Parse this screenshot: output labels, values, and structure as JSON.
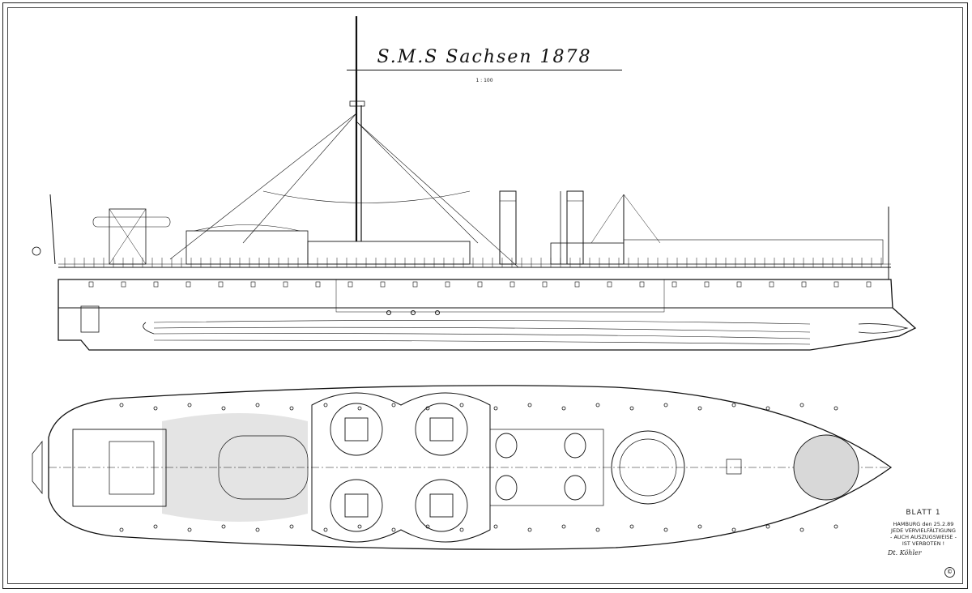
{
  "title": "S.M.S Sachsen 1878",
  "scale": "1 : 100",
  "sheet": {
    "label": "BLATT 1",
    "notes": [
      "HAMBURG den 25.2.89",
      "JEDE VERVIELFÄLTIGUNG",
      "- AUCH AUSZUGSWEISE -",
      "IST VERBOTEN !"
    ],
    "signature": "Dt. Köhler",
    "copyright": "©"
  },
  "colors": {
    "ink": "#111111",
    "paper": "#ffffff",
    "deck_shade": "#d8d8d8"
  }
}
